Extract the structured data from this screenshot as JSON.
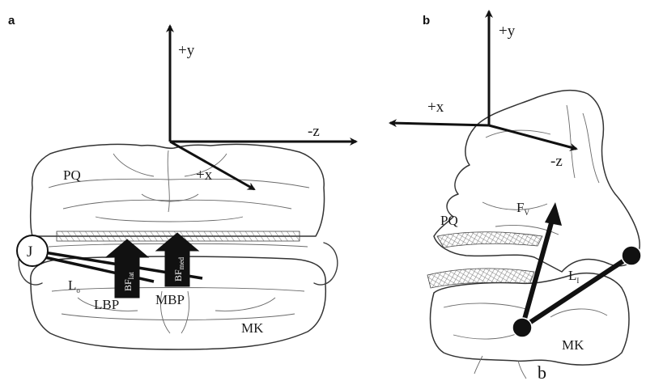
{
  "panel_a": {
    "letter": "a",
    "axes": {
      "y": "+y",
      "z": "-z",
      "x": "+x"
    },
    "labels": {
      "pq": "PQ",
      "mk": "MK",
      "joint": "J",
      "lo_main": "L",
      "lo_sub": "o",
      "lbp": "LBP",
      "mbp": "MBP"
    },
    "arrows": {
      "lat_main": "BF",
      "lat_sub": "lat",
      "med_main": "BF",
      "med_sub": "med"
    }
  },
  "panel_b": {
    "letter": "b",
    "axes": {
      "y": "+y",
      "x": "+x",
      "z": "-z"
    },
    "labels": {
      "pq": "PQ",
      "mk": "MK",
      "fv_main": "F",
      "fv_sub": "V",
      "li_main": "L",
      "li_sub": "I",
      "bottom": "b"
    }
  }
}
